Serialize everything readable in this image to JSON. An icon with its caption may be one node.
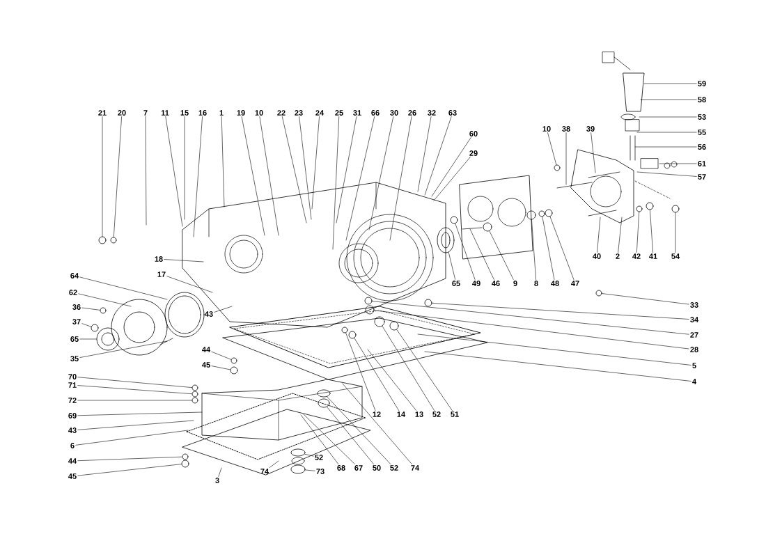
{
  "diagram": {
    "nodes": [
      {
        "text": [
          "21"
        ]
      },
      {
        "text": [
          "20"
        ]
      },
      {
        "text": [
          "7"
        ]
      },
      {
        "text": [
          "11"
        ]
      },
      {
        "text": [
          "15"
        ]
      },
      {
        "text": [
          "16"
        ]
      },
      {
        "text": [
          "1"
        ]
      },
      {
        "text": [
          "19"
        ]
      },
      {
        "text": [
          "10"
        ]
      },
      {
        "text": [
          "22"
        ]
      },
      {
        "text": [
          "23"
        ]
      },
      {
        "text": [
          "24"
        ]
      },
      {
        "text": [
          "25"
        ]
      },
      {
        "text": [
          "31"
        ]
      },
      {
        "text": [
          "66"
        ]
      },
      {
        "text": [
          "30"
        ]
      },
      {
        "text": [
          "26"
        ]
      },
      {
        "text": [
          "32"
        ]
      },
      {
        "text": [
          "63"
        ]
      },
      {
        "text": [
          "60"
        ]
      },
      {
        "text": [
          "29"
        ]
      },
      {
        "text": [
          "65"
        ]
      },
      {
        "text": [
          "49"
        ]
      },
      {
        "text": [
          "46"
        ]
      },
      {
        "text": [
          "9"
        ]
      },
      {
        "text": [
          "8"
        ]
      },
      {
        "text": [
          "48"
        ]
      },
      {
        "text": [
          "47"
        ]
      },
      {
        "text": [
          "10"
        ]
      },
      {
        "text": [
          "38"
        ]
      },
      {
        "text": [
          "39"
        ]
      },
      {
        "text": [
          "40"
        ]
      },
      {
        "text": [
          "2"
        ]
      },
      {
        "text": [
          "42"
        ]
      },
      {
        "text": [
          "41"
        ]
      },
      {
        "text": [
          "54"
        ]
      },
      {
        "text": [
          "59"
        ]
      },
      {
        "text": [
          "58"
        ]
      },
      {
        "text": [
          "53"
        ]
      },
      {
        "text": [
          "55"
        ]
      },
      {
        "text": [
          "56"
        ]
      },
      {
        "text": [
          "61"
        ]
      },
      {
        "text": [
          "57"
        ]
      },
      {
        "text": [
          "33"
        ]
      },
      {
        "text": [
          "34"
        ]
      },
      {
        "text": [
          "27"
        ]
      },
      {
        "text": [
          "28"
        ]
      },
      {
        "text": [
          "5"
        ]
      },
      {
        "text": [
          "4"
        ]
      },
      {
        "text": [
          "12"
        ]
      },
      {
        "text": [
          "14"
        ]
      },
      {
        "text": [
          "13"
        ]
      },
      {
        "text": [
          "52"
        ]
      },
      {
        "text": [
          "51"
        ]
      },
      {
        "text": [
          "74"
        ]
      },
      {
        "text": [
          "52"
        ]
      },
      {
        "text": [
          "50"
        ]
      },
      {
        "text": [
          "67"
        ]
      },
      {
        "text": [
          "68"
        ]
      },
      {
        "text": [
          "73"
        ]
      },
      {
        "text": [
          "52"
        ]
      },
      {
        "text": [
          "74"
        ]
      },
      {
        "text": [
          "3"
        ]
      },
      {
        "text": [
          "18"
        ]
      },
      {
        "text": [
          "17"
        ]
      },
      {
        "text": [
          "64"
        ]
      },
      {
        "text": [
          "62"
        ]
      },
      {
        "text": [
          "36"
        ]
      },
      {
        "text": [
          "37"
        ]
      },
      {
        "text": [
          "65"
        ]
      },
      {
        "text": [
          "35"
        ]
      },
      {
        "text": [
          "43"
        ]
      },
      {
        "text": [
          "44"
        ]
      },
      {
        "text": [
          "45"
        ]
      },
      {
        "text": [
          "70"
        ]
      },
      {
        "text": [
          "71"
        ]
      },
      {
        "text": [
          "72"
        ]
      },
      {
        "text": [
          "69"
        ]
      },
      {
        "text": [
          "43"
        ]
      },
      {
        "text": [
          "6"
        ]
      },
      {
        "text": [
          "44"
        ]
      },
      {
        "text": [
          "45"
        ]
      },
      {
        "text": [],
        "shape": "circle"
      },
      {
        "text": [],
        "shape": "circle"
      },
      {
        "text": [],
        "shape": "circle"
      },
      {
        "text": [],
        "shape": "circle"
      },
      {
        "text": [],
        "shape": "circle"
      },
      {
        "text": [],
        "shape": "circle"
      },
      {
        "text": [],
        "shape": "circle"
      },
      {
        "text": [],
        "shape": "circle"
      },
      {
        "text": [],
        "shape": "circle"
      },
      {
        "text": [],
        "shape": "circle"
      },
      {
        "text": [],
        "shape": "circle"
      },
      {
        "text": [],
        "shape": "circle"
      },
      {
        "text": [],
        "shape": "circle"
      },
      {
        "text": [],
        "shape": "circle"
      },
      {
        "text": [],
        "shape": "circle"
      },
      {
        "text": [],
        "shape": "circle"
      },
      {
        "text": [],
        "shape": "circle"
      },
      {
        "text": [],
        "shape": "circle"
      },
      {
        "text": [],
        "shape": "circle"
      },
      {
        "text": [],
        "shape": "circle"
      },
      {
        "text": [],
        "shape": "circle"
      },
      {
        "text": [],
        "shape": "circle"
      },
      {
        "text": [],
        "shape": "circle"
      },
      {
        "text": [],
        "shape": "circle"
      },
      {
        "text": [],
        "shape": "circle"
      },
      {
        "text": [],
        "shape": "circle"
      },
      {
        "text": [],
        "shape": "circle"
      },
      {
        "text": [],
        "shape": "circle"
      },
      {
        "text": [],
        "shape": "circle"
      },
      {
        "text": [],
        "shape": "circle"
      },
      {
        "text": [],
        "shape": "circle"
      },
      {
        "text": [],
        "shape": "circle"
      },
      {
        "text": [],
        "shape": "circle"
      },
      {
        "text": [],
        "shape": "circle"
      }
    ],
    "edges": [
      {
        "from": 0,
        "to": 82,
        "arrow": "none"
      },
      {
        "from": 1,
        "to": 83,
        "arrow": "none"
      },
      {
        "from": 2,
        "to": null,
        "arrow": "none"
      },
      {
        "from": 3,
        "to": null,
        "arrow": "none"
      },
      {
        "from": 4,
        "to": null,
        "arrow": "none"
      },
      {
        "from": 5,
        "to": null,
        "arrow": "none"
      },
      {
        "from": 6,
        "to": null,
        "arrow": "none"
      },
      {
        "from": 7,
        "to": null,
        "arrow": "none"
      },
      {
        "from": 8,
        "to": null,
        "arrow": "none"
      },
      {
        "from": 9,
        "to": null,
        "arrow": "none"
      },
      {
        "from": 10,
        "to": null,
        "arrow": "none"
      },
      {
        "from": 11,
        "to": null,
        "arrow": "none"
      },
      {
        "from": 12,
        "to": null,
        "arrow": "none"
      },
      {
        "from": 13,
        "to": null,
        "arrow": "none"
      },
      {
        "from": 14,
        "to": null,
        "arrow": "none"
      },
      {
        "from": 15,
        "to": null,
        "arrow": "none"
      },
      {
        "from": 16,
        "to": null,
        "arrow": "none"
      },
      {
        "from": 17,
        "to": null,
        "arrow": "none"
      },
      {
        "from": 18,
        "to": null,
        "arrow": "none"
      },
      {
        "from": 19,
        "to": null,
        "arrow": "none"
      },
      {
        "from": 20,
        "to": null,
        "arrow": "none"
      },
      {
        "from": 21,
        "to": 108,
        "arrow": "none"
      },
      {
        "from": 22,
        "to": 115,
        "arrow": "none"
      },
      {
        "from": 23,
        "to": null,
        "arrow": "none"
      },
      {
        "from": 24,
        "to": 109,
        "arrow": "none"
      },
      {
        "from": 25,
        "to": 85,
        "arrow": "none"
      },
      {
        "from": 26,
        "to": 86,
        "arrow": "none"
      },
      {
        "from": 27,
        "to": 87,
        "arrow": "none"
      },
      {
        "from": 28,
        "to": 84,
        "arrow": "none"
      },
      {
        "from": 29,
        "to": null,
        "arrow": "none"
      },
      {
        "from": 30,
        "to": null,
        "arrow": "none"
      },
      {
        "from": 31,
        "to": null,
        "arrow": "none"
      },
      {
        "from": 32,
        "to": null,
        "arrow": "none"
      },
      {
        "from": 33,
        "to": 88,
        "arrow": "none"
      },
      {
        "from": 34,
        "to": 89,
        "arrow": "none"
      },
      {
        "from": 35,
        "to": 90,
        "arrow": "none"
      },
      {
        "from": 36,
        "to": null,
        "arrow": "none"
      },
      {
        "from": 37,
        "to": null,
        "arrow": "none"
      },
      {
        "from": 38,
        "to": null,
        "arrow": "none"
      },
      {
        "from": 39,
        "to": null,
        "arrow": "none"
      },
      {
        "from": 40,
        "to": null,
        "arrow": "none"
      },
      {
        "from": 41,
        "to": null,
        "arrow": "none"
      },
      {
        "from": 42,
        "to": null,
        "arrow": "none"
      },
      {
        "from": 43,
        "to": 91,
        "arrow": "none"
      },
      {
        "from": 44,
        "to": 92,
        "arrow": "none"
      },
      {
        "from": 45,
        "to": 93,
        "arrow": "none"
      },
      {
        "from": 46,
        "to": 94,
        "arrow": "none"
      },
      {
        "from": 47,
        "to": null,
        "arrow": "none"
      },
      {
        "from": 48,
        "to": null,
        "arrow": "none"
      },
      {
        "from": 49,
        "to": 95,
        "arrow": "none"
      },
      {
        "from": 50,
        "to": 96,
        "arrow": "none"
      },
      {
        "from": 51,
        "to": null,
        "arrow": "none"
      },
      {
        "from": 52,
        "to": 97,
        "arrow": "none"
      },
      {
        "from": 53,
        "to": 98,
        "arrow": "none"
      },
      {
        "from": 54,
        "to": null,
        "arrow": "none"
      },
      {
        "from": 55,
        "to": 113,
        "arrow": "none"
      },
      {
        "from": 56,
        "to": 114,
        "arrow": "none"
      },
      {
        "from": 57,
        "to": null,
        "arrow": "none"
      },
      {
        "from": 58,
        "to": null,
        "arrow": "none"
      },
      {
        "from": 59,
        "to": 112,
        "arrow": "none"
      },
      {
        "from": 60,
        "to": 111,
        "arrow": "none"
      },
      {
        "from": 61,
        "to": null,
        "arrow": "none"
      },
      {
        "from": 62,
        "to": null,
        "arrow": "none"
      },
      {
        "from": 63,
        "to": null,
        "arrow": "none"
      },
      {
        "from": 64,
        "to": null,
        "arrow": "none"
      },
      {
        "from": 65,
        "to": null,
        "arrow": "none"
      },
      {
        "from": 66,
        "to": null,
        "arrow": "none"
      },
      {
        "from": 67,
        "to": 99,
        "arrow": "none"
      },
      {
        "from": 68,
        "to": 100,
        "arrow": "none"
      },
      {
        "from": 69,
        "to": 110,
        "arrow": "none"
      },
      {
        "from": 70,
        "to": null,
        "arrow": "none"
      },
      {
        "from": 71,
        "to": null,
        "arrow": "none"
      },
      {
        "from": 72,
        "to": 101,
        "arrow": "none"
      },
      {
        "from": 73,
        "to": 102,
        "arrow": "none"
      },
      {
        "from": 74,
        "to": 103,
        "arrow": "none"
      },
      {
        "from": 75,
        "to": 104,
        "arrow": "none"
      },
      {
        "from": 76,
        "to": 105,
        "arrow": "none"
      },
      {
        "from": 77,
        "to": null,
        "arrow": "none"
      },
      {
        "from": 78,
        "to": null,
        "arrow": "none"
      },
      {
        "from": 79,
        "to": null,
        "arrow": "none"
      },
      {
        "from": 80,
        "to": 106,
        "arrow": "none"
      },
      {
        "from": 81,
        "to": 107,
        "arrow": "none"
      }
    ]
  }
}
